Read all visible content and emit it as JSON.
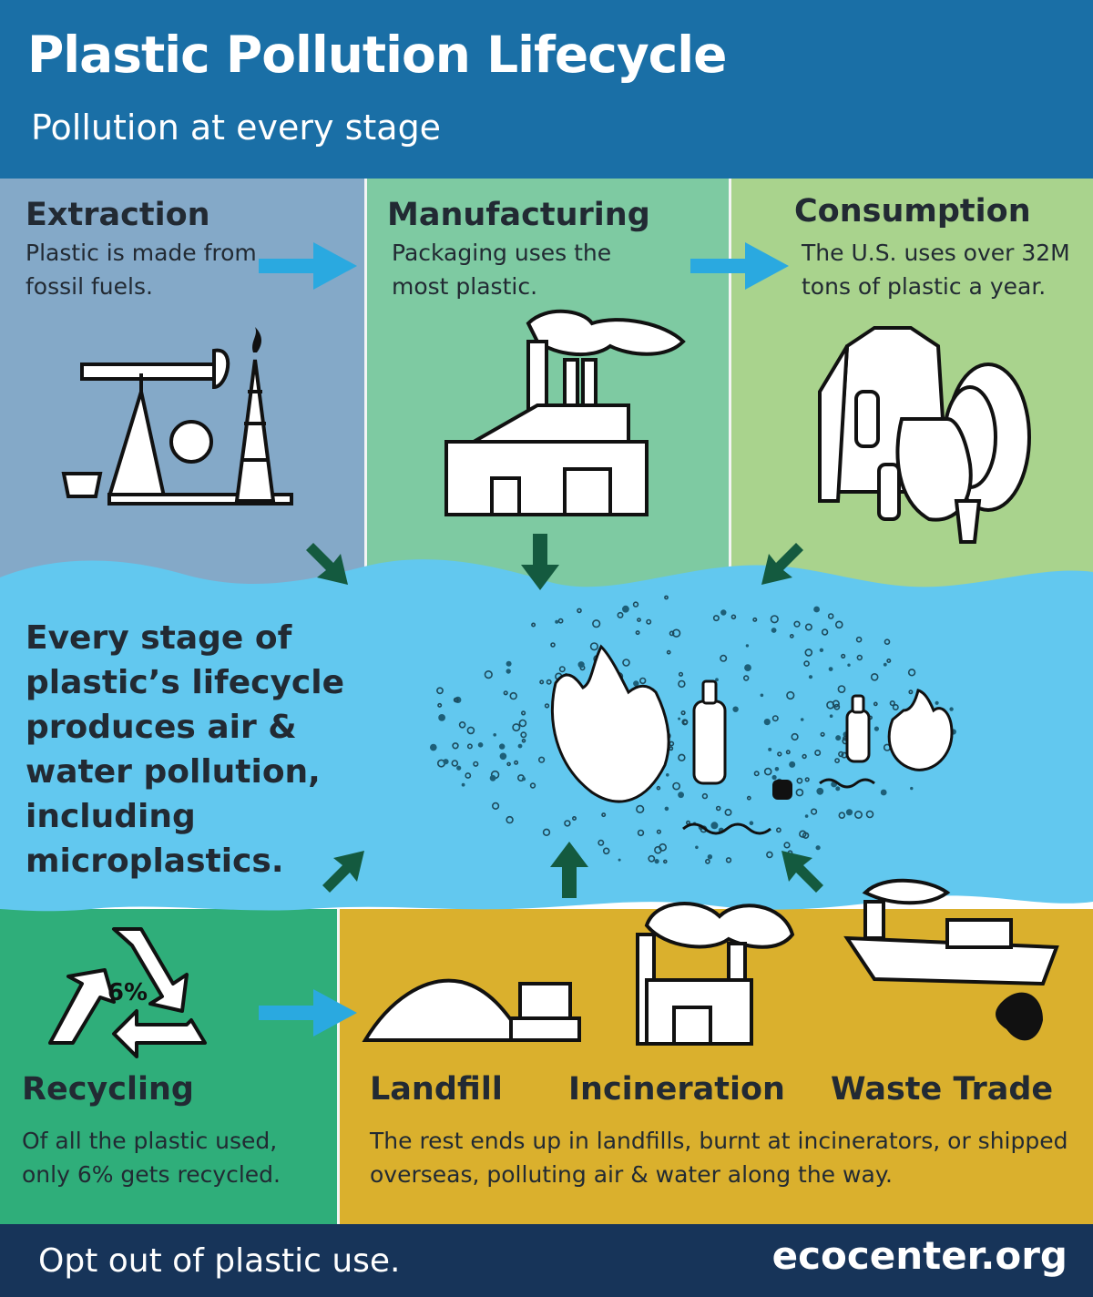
{
  "header": {
    "title": "Plastic Pollution Lifecycle",
    "subtitle": "Pollution at every stage"
  },
  "stages": {
    "extraction": {
      "title": "Extraction",
      "text": "Plastic is made from fossil fuels."
    },
    "manufacturing": {
      "title": "Manufacturing",
      "text": "Packaging uses the most plastic."
    },
    "consumption": {
      "title": "Consumption",
      "text": "The U.S. uses over 32M tons of plastic a year."
    },
    "recycling": {
      "title": "Recycling",
      "text": "Of all the plastic used, only 6% gets recycled.",
      "badge": "6%"
    },
    "landfill": {
      "title": "Landfill"
    },
    "incineration": {
      "title": "Incineration"
    },
    "waste_trade": {
      "title": "Waste Trade"
    },
    "disposal_text": "The rest ends up in landfills, burnt at incinerators, or shipped overseas, polluting air & water along the way."
  },
  "center": {
    "text": "Every stage of plastic’s lifecycle produces air & water pollution, including microplastics."
  },
  "footer": {
    "left": "Opt out of plastic use.",
    "right": "ecocenter.org"
  },
  "colors": {
    "header_blue": "#1a6fa6",
    "extraction_blue": "#84a9c8",
    "manufacturing_green": "#7ecaa2",
    "consumption_green": "#a9d38d",
    "ocean_blue": "#62c8ef",
    "recycling_green": "#2fae7a",
    "disposal_yellow": "#dab02d",
    "footer_navy": "#173459",
    "arrow_light_blue": "#2aa9e0",
    "arrow_dark_green": "#145a3f"
  }
}
